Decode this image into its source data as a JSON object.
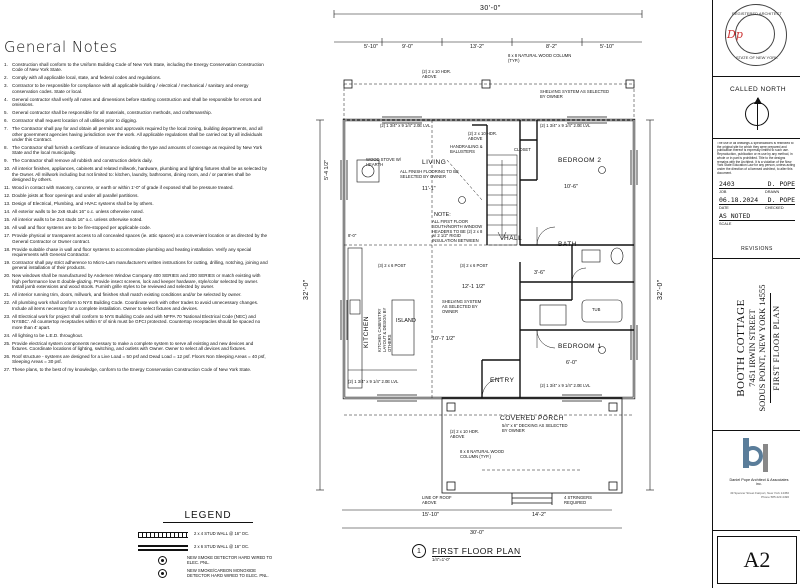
{
  "notes": {
    "title": "General Notes",
    "items": [
      "Construction shall conform to the Uniform Building Code of New York State, including the Energy Conservation Construction Code of New York State.",
      "Comply with all applicable local, state, and federal codes and regulations.",
      "Contractor to be responsible for compliance with all applicable building / electrical / mechanical / sanitary and energy conservation codes. State or local.",
      "General contractor shall verify all notes and dimensions before starting construction and shall be responsible for errors and omissions.",
      "General contractor shall be responsible for all materials, construction methods, and craftsmanship.",
      "Contractor shall request location of all utilities prior to digging.",
      "The Contractor shall pay for and obtain all permits and approvals required by the local zoning, building departments, and all other government agencies having jurisdiction over the work. All applicable regulations shall be carried out by all individuals under this Contract.",
      "The Contractor shall furnish a certificate of insurance indicating the type and amounts of coverage as required by New York State and the local municipality.",
      "The Contractor shall remove all rubbish and construction debris daily.",
      "All interior finishes, appliances, cabinets and related millwork, hardware, plumbing and lighting fixtures shall be as selected by the Owner. All millwork including but not limited to: kitchen, laundry, bathrooms, dining room, and / or pantries shall be designed by others.",
      "Wood in contact with masonry, concrete, or earth or within 1'-0\" of grade if exposed shall be pressure treated.",
      "Double joists at floor openings and under all parallel partitions.",
      "Design of Electrical, Plumbing, and HVAC systems shall be by others.",
      "All exterior walls to be 2x6 studs 16\" o.c. unless otherwise noted.",
      "All interior walls to be 2x4 studs 16\" o.c. unless otherwise noted.",
      "All wall and floor systems are to be fire-stopped per applicable code.",
      "Provide physical or transparent access to all concealed spaces (ie. attic spaces) at a convenient location or as directed by the General Contractor or Owner contract.",
      "Provide suitable chase in wall and floor systems to accommodate plumbing and heating installation. Verify any special requirements with General Contractor.",
      "Contractor shall pay strict adherence to Micro-Lam manufacturer's written instructions for cutting, drilling, notching, joining and general installation of their products.",
      "New windows shall be manufactured by Andersen Window Company 400 SERIES and 200 SERIES or match existing with high performance low E double-glazing. Provide insect screens, lock and keeper hardware, style/color selected by owner. Install jamb extensions and wood stools. Furnish grille styles to be reviewed and selected by owner.",
      "All interior running trim, doors, millwork, and finishes shall match existing conditions and/or be selected by owner.",
      "All plumbing work shall conform to NYS Building Code. Coordinate work with other trades to avoid unnecessary changes. Include all items necessary for a complete installation. Owner to select fixtures and devices.",
      "All Electrical work for project shall conform to NYS Building Code and with NFPA 70 'National Electrical Code (NEC) and NYSBC'. All countertop receptacles within 6' of sink must be GFCI protected. Countertop receptacles should be spaced no more than 4' apart.",
      "All lighting to be L.E.D. throughout.",
      "Provide electrical system components necessary to make a complete system to serve all existing and new devices and fixtures. Coordinate locations of lighting, switching, and outlets with Owner. Owner to select all devices and fixtures.",
      "Roof structure - systems are designed for a Live Load = 50 psf and Dead Load = 12 psf. Floors Non Sleeping Areas = 40 psf, Sleeping Areas = 30 psf.",
      "These plans, to the best of my knowledge, conform to the Energy Conservation Construction Code of New York State."
    ]
  },
  "legend": {
    "title": "LEGEND",
    "items": [
      "2 x 4 STUD WALL @ 16\" OC.",
      "2 x 6 STUD WALL @ 16\" OC.",
      "NEW SMOKE DETECTOR HARD WIRED TO ELEC. PNL.",
      "NEW SMOKE/CARBON MONOXIDE DETECTOR HARD WIRED TO ELEC. PNL."
    ]
  },
  "plan": {
    "title": "FIRST FLOOR PLAN",
    "number": "1",
    "scale": "1/4\"=1'-0\"",
    "overall_width": "30'-0\"",
    "overall_depth": "32'-0\"",
    "rooms": {
      "living": "LIVING",
      "living_note": "ALL FINISH FLOORING TO BE SELECTED BY OWNER",
      "bedroom2": "BEDROOM 2",
      "bedroom1": "BEDROOM 1",
      "hall": "HALL",
      "bath": "BATH",
      "tub": "TUB",
      "closet": "CLOSET",
      "kitchen": "KITCHEN",
      "kitchen_note": "KITCHEN CABINETRY LAYOUT & DESIGN BY OTHERS",
      "island": "ISLAND",
      "entry": "ENTRY",
      "covered_porch": "COVERED PORCH",
      "porch_note": "5/4\" x 6\" DECKING AS SELECTED BY OWNER",
      "stove": "WOOD STOVE W/ HEARTH",
      "shelving": "SHELVING SYSTEM AS SELECTED BY OWNER"
    },
    "note_title": "NOTE:",
    "note_text": "ALL FIRST FLOOR SOUTH/NORTH WINDOW HEADERS TO BE (2) 2 x 8 w/ 2 1/2\" RIGID INSULATION BETWEEN",
    "callouts": {
      "beam": "8 x 8 NATURAL WOOD COLUMN (TYP.)",
      "header": "(2) 2 x 10 HDR. ABOVE",
      "handrail": "HANDRAILING & BALUSTERS",
      "lvl": "(2) 1 3/4\" x 9 1/4\" 2.0E LVL",
      "post": "(3) 2 x 6 POST",
      "line_roof": "LINE OF ROOF ABOVE",
      "stringers": "4 STRINGERS REQUIRED"
    },
    "dims": {
      "d1": "5'-10\"",
      "d2": "9'-0\"",
      "d3": "13'-2\"",
      "d4": "8'-2\"",
      "d5": "12'-1 1/2\"",
      "d6": "10'-7 1/2\"",
      "d7": "15'-10\"",
      "d8": "14'-2\"",
      "d9": "3'-6\"",
      "d10": "6'-0\"",
      "d11": "5'-4 1/2\"",
      "d12": "11'-1\"",
      "d13": "10'-6\"",
      "d14": "8'-0\""
    }
  },
  "titleblock": {
    "seal_top": "REGISTERED ARCHITECT",
    "seal_bottom": "STATE OF NEW YORK",
    "seal_sig": "Dp",
    "called_north": "CALLED NORTH",
    "disclaimer": "The use of all drawings & specifications is restricted to the original site for which they were prepared and publication thereof is expressly limited to such use. Reproduction, publication or re-use by any method, in whole or in part is prohibited. Title to the designs remains with the Architect. It is a violation of the New York State Education Law for any person, unless acting under the direction of a licensed architect, to alter this document.",
    "job_no": "2403",
    "drawn": "D. POPE",
    "job_cap": "JOB",
    "drawn_cap": "DRAWN",
    "date": "06.18.2024",
    "checked": "D. POPE",
    "date_cap": "DATE",
    "checked_cap": "CHECKED",
    "scale": "AS NOTED",
    "scale_cap": "SCALE",
    "revisions": "REVISIONS",
    "project_name": "BOOTH COTTAGE",
    "project_addr1": "7451 IRWIN STREET",
    "project_addr2": "SODUS POINT, NEW YORK 14555",
    "sheet_title": "FIRST FLOOR PLAN",
    "firm": "Daniel Pope Architect & Associates inc.",
    "firm_addr": "49 Spencer Street Fairport, New York 14450 Phone 585.223.4496",
    "sheet_no": "A2"
  }
}
